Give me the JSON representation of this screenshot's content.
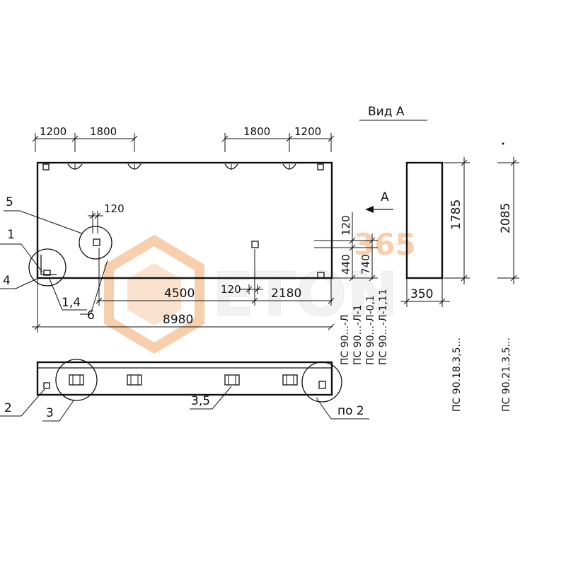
{
  "view_title": "Вид А",
  "view_arrow_label": "А",
  "dims_top": [
    "1200",
    "1800",
    "1800",
    "1200"
  ],
  "dims_front": {
    "d120_top": "120",
    "d4500": "4500",
    "d120_mid": "120",
    "d2180": "2180",
    "d8980": "8980",
    "d120_right": "120",
    "d440": "440",
    "d740": "740"
  },
  "side_dims": {
    "height": "1785",
    "width": "350",
    "height2": "2085"
  },
  "callouts": {
    "c1": "1",
    "c4": "4",
    "c5": "5",
    "c6": "6",
    "c14": "1,4",
    "c2": "2",
    "c3": "3",
    "c35": "3,5",
    "cpo2": "по 2"
  },
  "marks_front": [
    "ПС 90...-Л",
    "ПС 90...-Л-1",
    "ПС 90...-Л-0,1",
    "ПС 90...-Л-1,11"
  ],
  "marks_side": [
    "ПС 90.18.3,5...",
    "ПС 90.21.3,5..."
  ],
  "watermark": {
    "badge": "365",
    "brand": "ETON",
    "color": "#f3a96b"
  }
}
